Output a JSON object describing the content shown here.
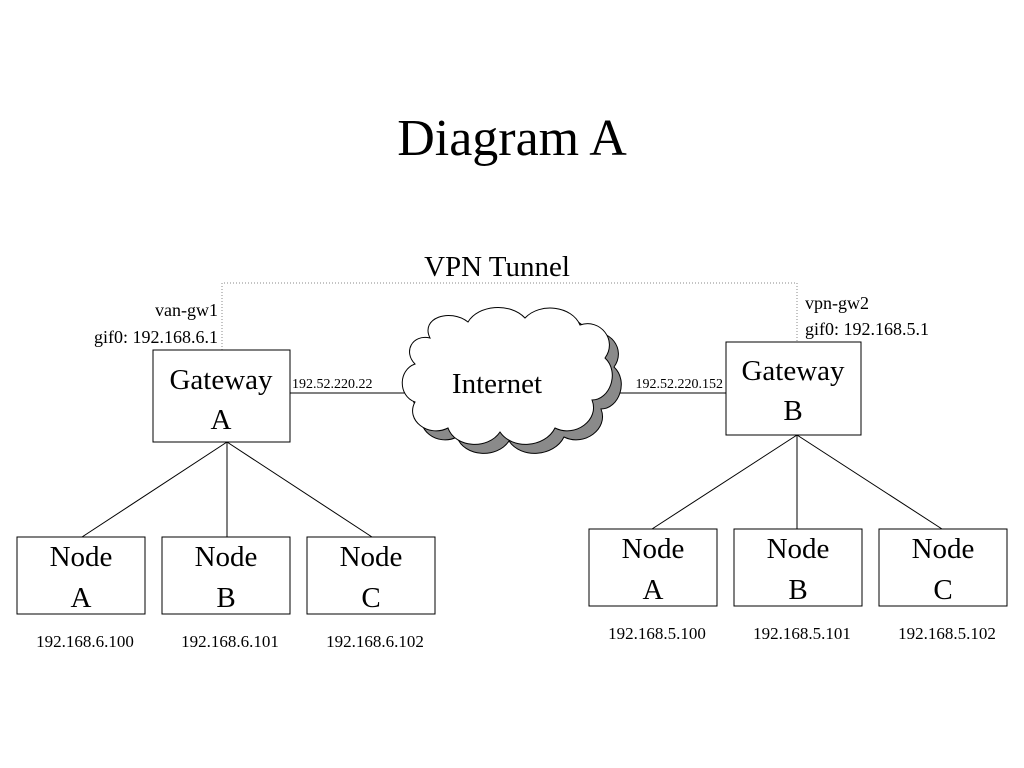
{
  "title": "Diagram A",
  "tunnel_label": "VPN Tunnel",
  "internet_label": "Internet",
  "left": {
    "gateway": {
      "line1": "Gateway",
      "line2": "A"
    },
    "host_name": "van-gw1",
    "gif_label": "gif0: 192.168.6.1",
    "wan_ip": "192.52.220.22",
    "nodes": [
      {
        "line1": "Node",
        "line2": "A",
        "ip": "192.168.6.100"
      },
      {
        "line1": "Node",
        "line2": "B",
        "ip": "192.168.6.101"
      },
      {
        "line1": "Node",
        "line2": "C",
        "ip": "192.168.6.102"
      }
    ]
  },
  "right": {
    "gateway": {
      "line1": "Gateway",
      "line2": "B"
    },
    "host_name": "vpn-gw2",
    "gif_label": "gif0: 192.168.5.1",
    "wan_ip": "192.52.220.152",
    "nodes": [
      {
        "line1": "Node",
        "line2": "A",
        "ip": "192.168.5.100"
      },
      {
        "line1": "Node",
        "line2": "B",
        "ip": "192.168.5.101"
      },
      {
        "line1": "Node",
        "line2": "C",
        "ip": "192.168.5.102"
      }
    ]
  }
}
